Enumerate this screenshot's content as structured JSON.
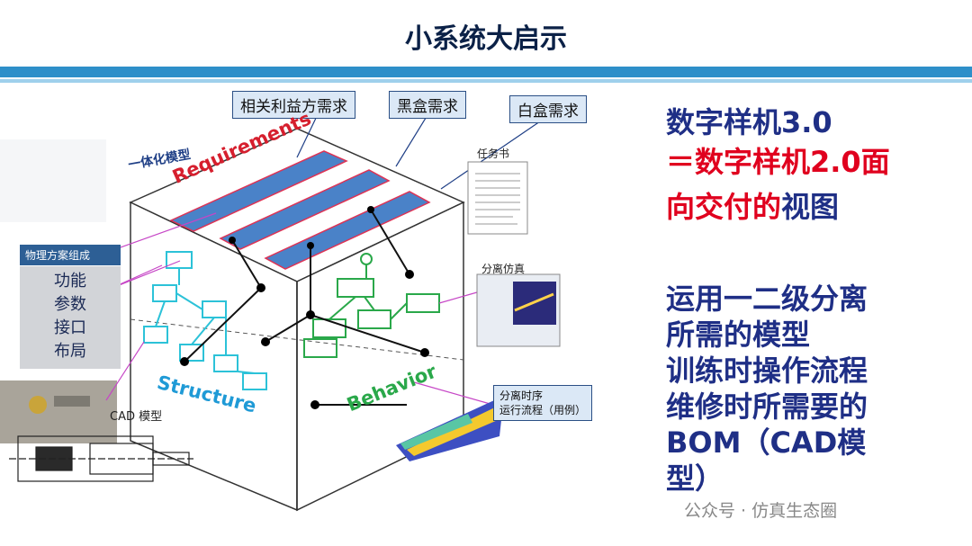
{
  "slide": {
    "title": "小系统大启示"
  },
  "top_tags": [
    "相关利益方需求",
    "黑盒需求",
    "白盒需求"
  ],
  "diagram": {
    "label_integrated": "一体化模型",
    "label_requirements": "Requirements",
    "label_structure": "Structure",
    "label_behavior": "Behavior",
    "label_taskbook": "任务书",
    "label_sim": "分离仿真",
    "label_timing": "分离时序\n运行流程（用例）",
    "label_cad": "CAD 模型"
  },
  "physical_box": {
    "header": "物理方案组成",
    "items": [
      "功能",
      "参数",
      "接口",
      "布局"
    ]
  },
  "right_text": {
    "line1": "数字样机3.0",
    "line2": "＝数字样机2.0面",
    "line3_red": "向交付的",
    "line3_navy": "视图",
    "block": [
      "运用一二级分离",
      "所需的模型",
      "训练时操作流程",
      "维修时所需要的",
      "BOM（CAD模",
      "型）"
    ]
  },
  "watermark": "公众号 · 仿真生态圈",
  "colors": {
    "accent_bar": "#2e8fc9",
    "title": "#0b2147",
    "red": "#e0001e",
    "navy": "#1f2f86"
  }
}
